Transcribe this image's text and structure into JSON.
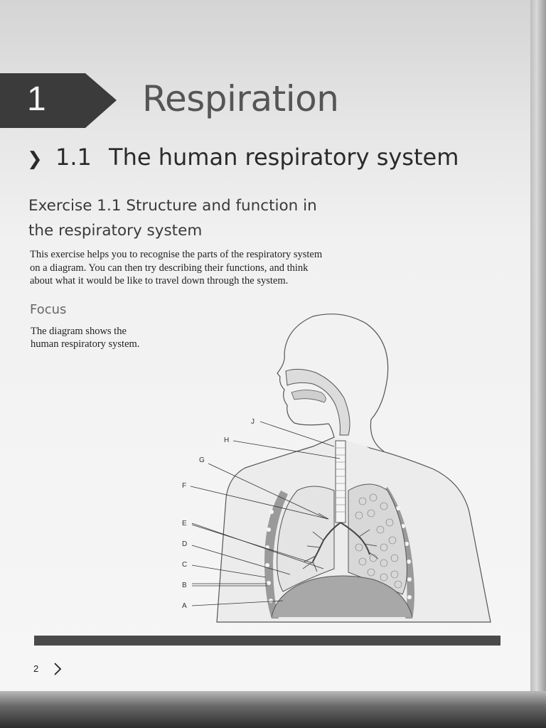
{
  "chapter": {
    "number": "1",
    "title": "Respiration"
  },
  "section": {
    "number": "1.1",
    "title": "The human respiratory system"
  },
  "exercise": {
    "title_line1": "Exercise 1.1 Structure and function in",
    "title_line2": "the respiratory system",
    "intro_line1": "This exercise helps you to recognise the parts of the respiratory system",
    "intro_line2": "on a diagram. You can then try describing their functions, and think",
    "intro_line3": "about what it would be like to travel down through the system."
  },
  "focus": {
    "heading": "Focus",
    "line1": "The diagram shows the",
    "line2": "human respiratory system."
  },
  "diagram": {
    "labels": [
      "J",
      "H",
      "G",
      "F",
      "E",
      "D",
      "C",
      "B",
      "A"
    ]
  },
  "footer": {
    "page_number": "2"
  },
  "colors": {
    "tab": "#3b3b3b",
    "bar": "#4a4a4a",
    "lung_fill": "#d8d8d8"
  }
}
